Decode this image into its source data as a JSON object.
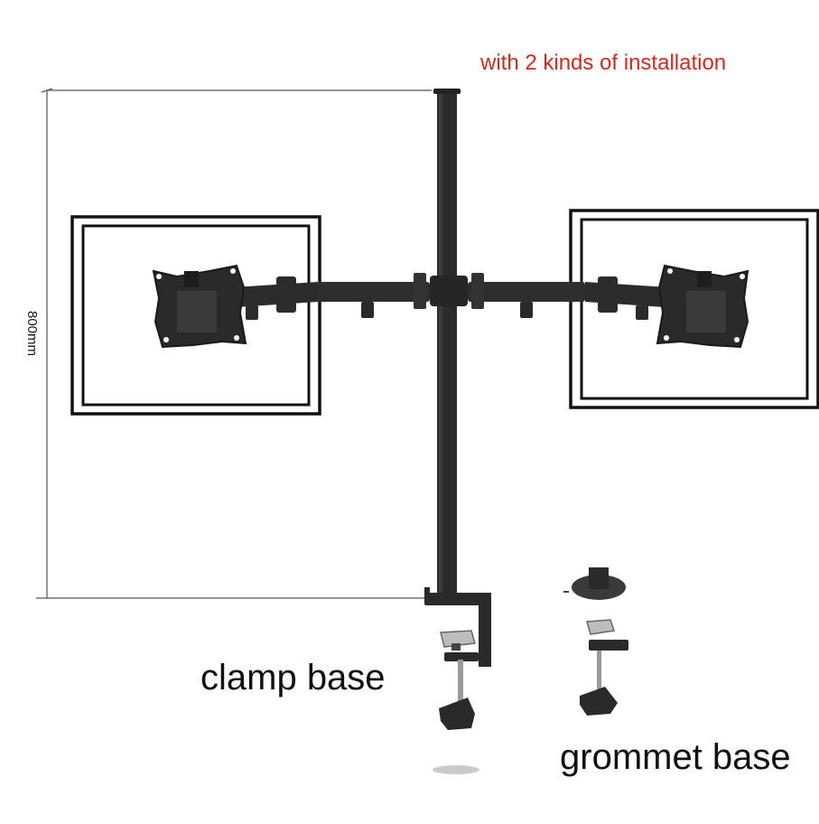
{
  "headline": "with 2 kinds of installation",
  "height_label": "800mm",
  "clamp_label": "clamp base",
  "grommet_label": "grommet base",
  "colors": {
    "headline": "#d22a1e",
    "hardware": "#2b2b2b",
    "frame": "#111111",
    "dimension_line": "#444444"
  }
}
